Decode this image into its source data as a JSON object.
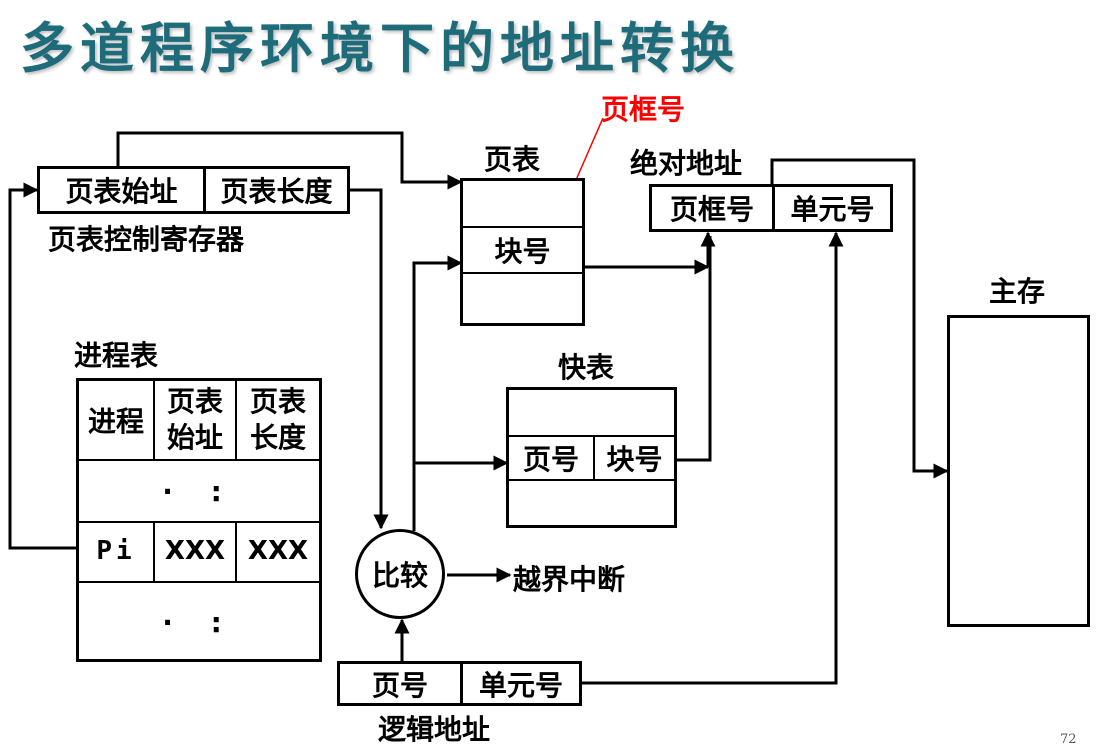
{
  "title": "多道程序环境下的地址转换",
  "page_number": "72",
  "page_table_register": {
    "start_label": "页表始址",
    "length_label": "页表长度",
    "caption": "页表控制寄存器"
  },
  "page_table": {
    "caption": "页表",
    "block_label": "块号",
    "annotation": "页框号"
  },
  "absolute_address": {
    "caption": "绝对地址",
    "frame_label": "页框号",
    "unit_label": "单元号"
  },
  "main_memory": {
    "caption": "主存"
  },
  "process_table": {
    "caption": "进程表",
    "header_process": "进程",
    "header_start_line1": "页表",
    "header_start_line2": "始址",
    "header_length_line1": "页表",
    "header_length_line2": "长度",
    "dots_top": "· :",
    "row_pi": "Pi",
    "row_start": "XXX",
    "row_length": "XXX",
    "dots_bottom": "· :"
  },
  "tlb": {
    "caption": "快表",
    "page_label": "页号",
    "block_label": "块号"
  },
  "compare": {
    "label": "比较",
    "overflow_label": "越界中断"
  },
  "logical_address": {
    "caption": "逻辑地址",
    "page_label": "页号",
    "unit_label": "单元号"
  },
  "colors": {
    "title": "#1e6b7a",
    "annotation": "#ff0000",
    "lines": "#000000"
  }
}
